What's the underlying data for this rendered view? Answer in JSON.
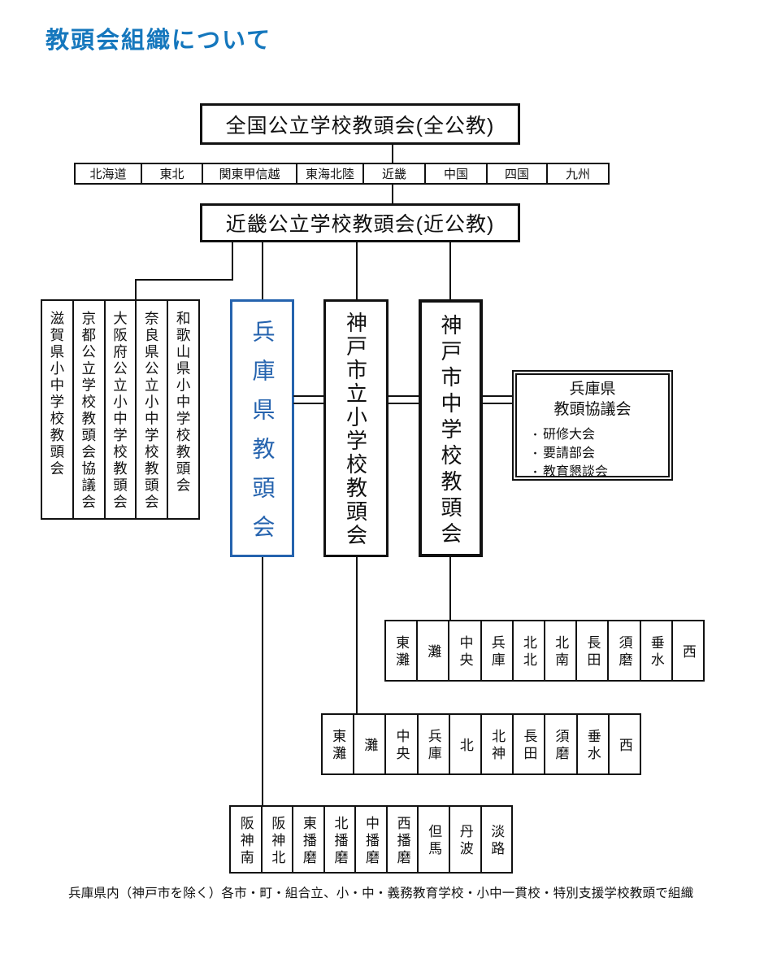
{
  "title": "教頭会組織について",
  "colors": {
    "title_blue": "#1577bd",
    "hyogo_box_blue": "#2563ae",
    "line_black": "#111111",
    "background": "#ffffff"
  },
  "diagram": {
    "national": "全国公立学校教頭会(全公教)",
    "regions": [
      "北海道",
      "東北",
      "関東甲信越",
      "東海北陸",
      "近畿",
      "中国",
      "四国",
      "九州"
    ],
    "kinki": "近畿公立学校教頭会(近公教)",
    "prefectures": [
      "滋賀県小中学校教頭会",
      "京都公立学校教頭会協議会",
      "大阪府公立小中学校教頭会",
      "奈良県公立小中学校教頭会",
      "和歌山県小中学校教頭会"
    ],
    "hyogo": "兵庫県教頭会",
    "kobe_elementary": "神戸市立小学校教頭会",
    "kobe_junior": "神戸市中学校教頭会",
    "council": {
      "title_line1": "兵庫県",
      "title_line2": "教頭協議会",
      "bullet": "・",
      "items": [
        "研修大会",
        "要請部会",
        "教育懇談会"
      ]
    },
    "junior_districts": [
      "東灘",
      "灘",
      "中央",
      "兵庫",
      "北北",
      "北南",
      "長田",
      "須磨",
      "垂水",
      "西"
    ],
    "elementary_districts": [
      "東灘",
      "灘",
      "中央",
      "兵庫",
      "北",
      "北神",
      "長田",
      "須磨",
      "垂水",
      "西"
    ],
    "hyogo_districts": [
      "阪神南",
      "阪神北",
      "東播磨",
      "北播磨",
      "中播磨",
      "西播磨",
      "但馬",
      "丹波",
      "淡路"
    ]
  },
  "footer": "兵庫県内（神戸市を除く）各市・町・組合立、小・中・義務教育学校・小中一貫校・特別支援学校教頭で組織"
}
